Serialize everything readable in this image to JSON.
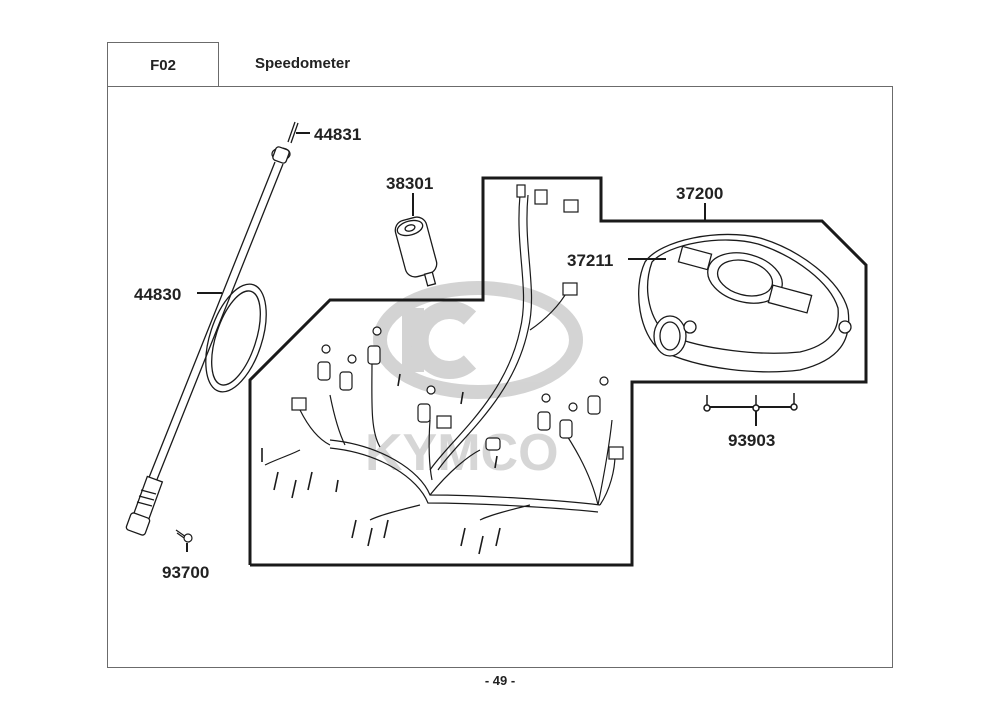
{
  "header": {
    "section_code": "F02",
    "title": "Speedometer"
  },
  "watermark": {
    "brand": "KYMCO",
    "color": "#c8c8c8"
  },
  "parts": [
    {
      "id": "p44831",
      "number": "44831",
      "name": "speedometer-cable-inner"
    },
    {
      "id": "p44830",
      "number": "44830",
      "name": "speedometer-cable"
    },
    {
      "id": "p93700",
      "number": "93700",
      "name": "cable-screw"
    },
    {
      "id": "p38301",
      "number": "38301",
      "name": "bulb-socket"
    },
    {
      "id": "p37200",
      "number": "37200",
      "name": "speedometer-assembly"
    },
    {
      "id": "p37211",
      "number": "37211",
      "name": "meter-lens"
    },
    {
      "id": "p93903",
      "number": "93903",
      "name": "tapping-screws"
    }
  ],
  "footer": {
    "page_label": "- 49 -"
  }
}
